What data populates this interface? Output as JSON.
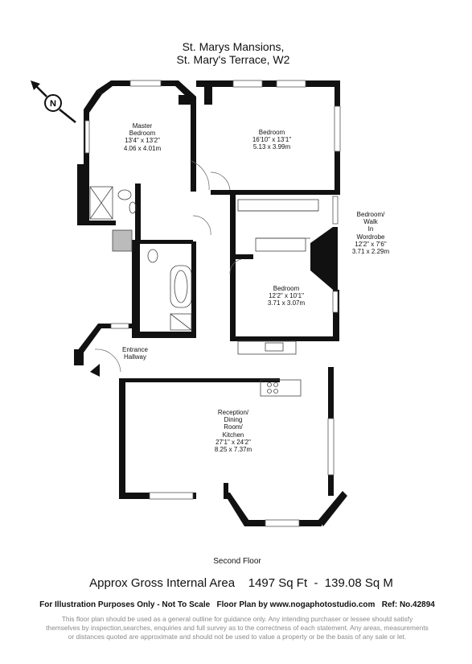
{
  "title": {
    "line1": "St. Marys Mansions,",
    "line2": "St. Mary's Terrace, W2"
  },
  "rooms": {
    "master_bedroom": {
      "name1": "Master",
      "name2": "Bedroom",
      "imperial": "13'4\" x 13'2\"",
      "metric": "4.06 x 4.01m"
    },
    "bedroom_top": {
      "name": "Bedroom",
      "imperial": "16'10\" x 13'1\"",
      "metric": "5.13 x 3.99m"
    },
    "walk_in": {
      "name1": "Bedroom/",
      "name2": "Walk",
      "name3": "In",
      "name4": "Wordrobe",
      "imperial": "12'2\" x 7'6\"",
      "metric": "3.71 x 2.29m"
    },
    "bedroom_mid": {
      "name": "Bedroom",
      "imperial": "12'2\" x 10'1\"",
      "metric": "3.71 x 3.07m"
    },
    "entrance": {
      "name1": "Entrance",
      "name2": "Hallway"
    },
    "reception": {
      "name1": "Reception/",
      "name2": "Dining",
      "name3": "Room/",
      "name4": "Kitchen",
      "imperial": "27'1\" x 24'2\"",
      "metric": "8.25 x 7.37m"
    }
  },
  "floor_label": "Second Floor",
  "area_text": "Approx Gross Internal Area    1497 Sq Ft  -  139.08 Sq M",
  "illustration_text": "For Illustration Purposes Only - Not To Scale   Floor Plan by www.nogaphotostudio.com   Ref: No.42894",
  "disclaimer": {
    "line1": "This floor plan should be used as a general outline for guidance only. Any intending purchaser or lessee should satisfy",
    "line2": "themselves by inspection,searches, enquiries and full survey as to the correctness of each statement. Any areas, measurements",
    "line3": "or distances quoted are approximate and should not be used to value a property or be the basis of any sale or let."
  },
  "compass": {
    "letter": "N"
  },
  "colors": {
    "wall": "#111111",
    "thin": "#555555",
    "window": "#ffffff",
    "fixture": "#aaaaaa",
    "text_grey": "#8a8a8a"
  }
}
